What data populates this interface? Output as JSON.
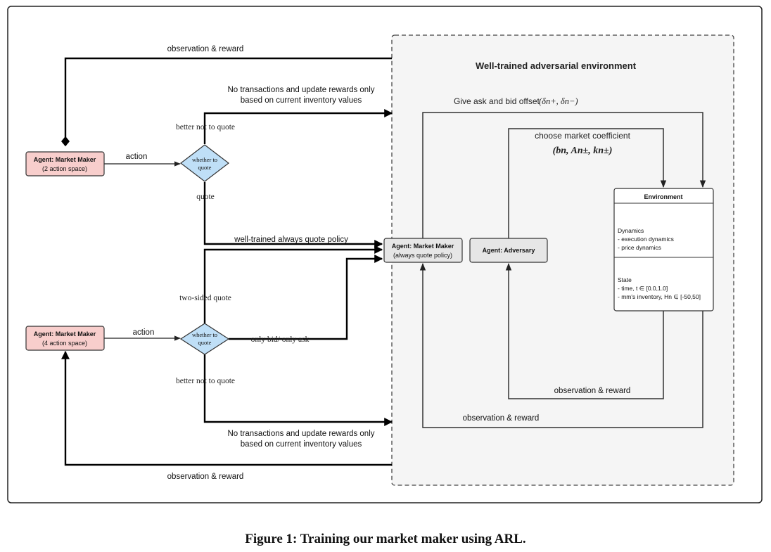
{
  "env_panel": {
    "title": "Well-trained adversarial environment"
  },
  "agents": {
    "mm2": {
      "title": "Agent: Market Maker",
      "subtitle": "(2 action space)"
    },
    "mm4": {
      "title": "Agent: Market Maker",
      "subtitle": "(4 action space)"
    },
    "mm_quote": {
      "title": "Agent: Market Maker",
      "subtitle": "(always quote policy)"
    },
    "adversary": {
      "title": "Agent: Adversary"
    }
  },
  "decisions": {
    "top": {
      "line1": "whether to",
      "line2": "quote"
    },
    "bottom": {
      "line1": "whether to",
      "line2": "quote"
    }
  },
  "environment": {
    "title": "Environment",
    "dynamics": [
      "Dynamics",
      "- execution dynamics",
      "- price dynamics"
    ],
    "state": [
      "State",
      "- time, t ∈ [0.0,1.0]",
      "- mm's inventory,  Hn ∈ [-50,50]"
    ]
  },
  "labels": {
    "obs_reward_top": "observation & reward",
    "obs_reward_bottom": "observation & reward",
    "obs_reward_adversary": "observation & reward",
    "obs_reward_env": "observation & reward",
    "action_top": "action",
    "action_bottom": "action",
    "no_trans_top": [
      "No transactions and update rewards only",
      "based on current inventory values"
    ],
    "no_trans_bottom": [
      "No transactions and update rewards only",
      "based on current inventory values"
    ],
    "better_not_top": "better not to quote",
    "better_not_bottom": "better not to quote",
    "quote": "quote",
    "two_sided": "two-sided quote",
    "only_bid_ask": "only bid/ only ask",
    "well_trained": "well-trained always quote policy",
    "give_offset": "Give ask and bid offset",
    "give_offset_math": "(δn+, δn−)",
    "choose_coeff": "choose market coefficient",
    "choose_coeff_math": "(bn, An±, kn±)"
  },
  "caption": "Figure 1: Training our market maker using ARL.",
  "colors": {
    "mm_fill": "#f8cecc",
    "mm_stroke": "#b85450",
    "diamond_fill": "#bfdff7",
    "gray_fill": "#e6e6e6",
    "panel_fill": "#f5f5f5"
  }
}
